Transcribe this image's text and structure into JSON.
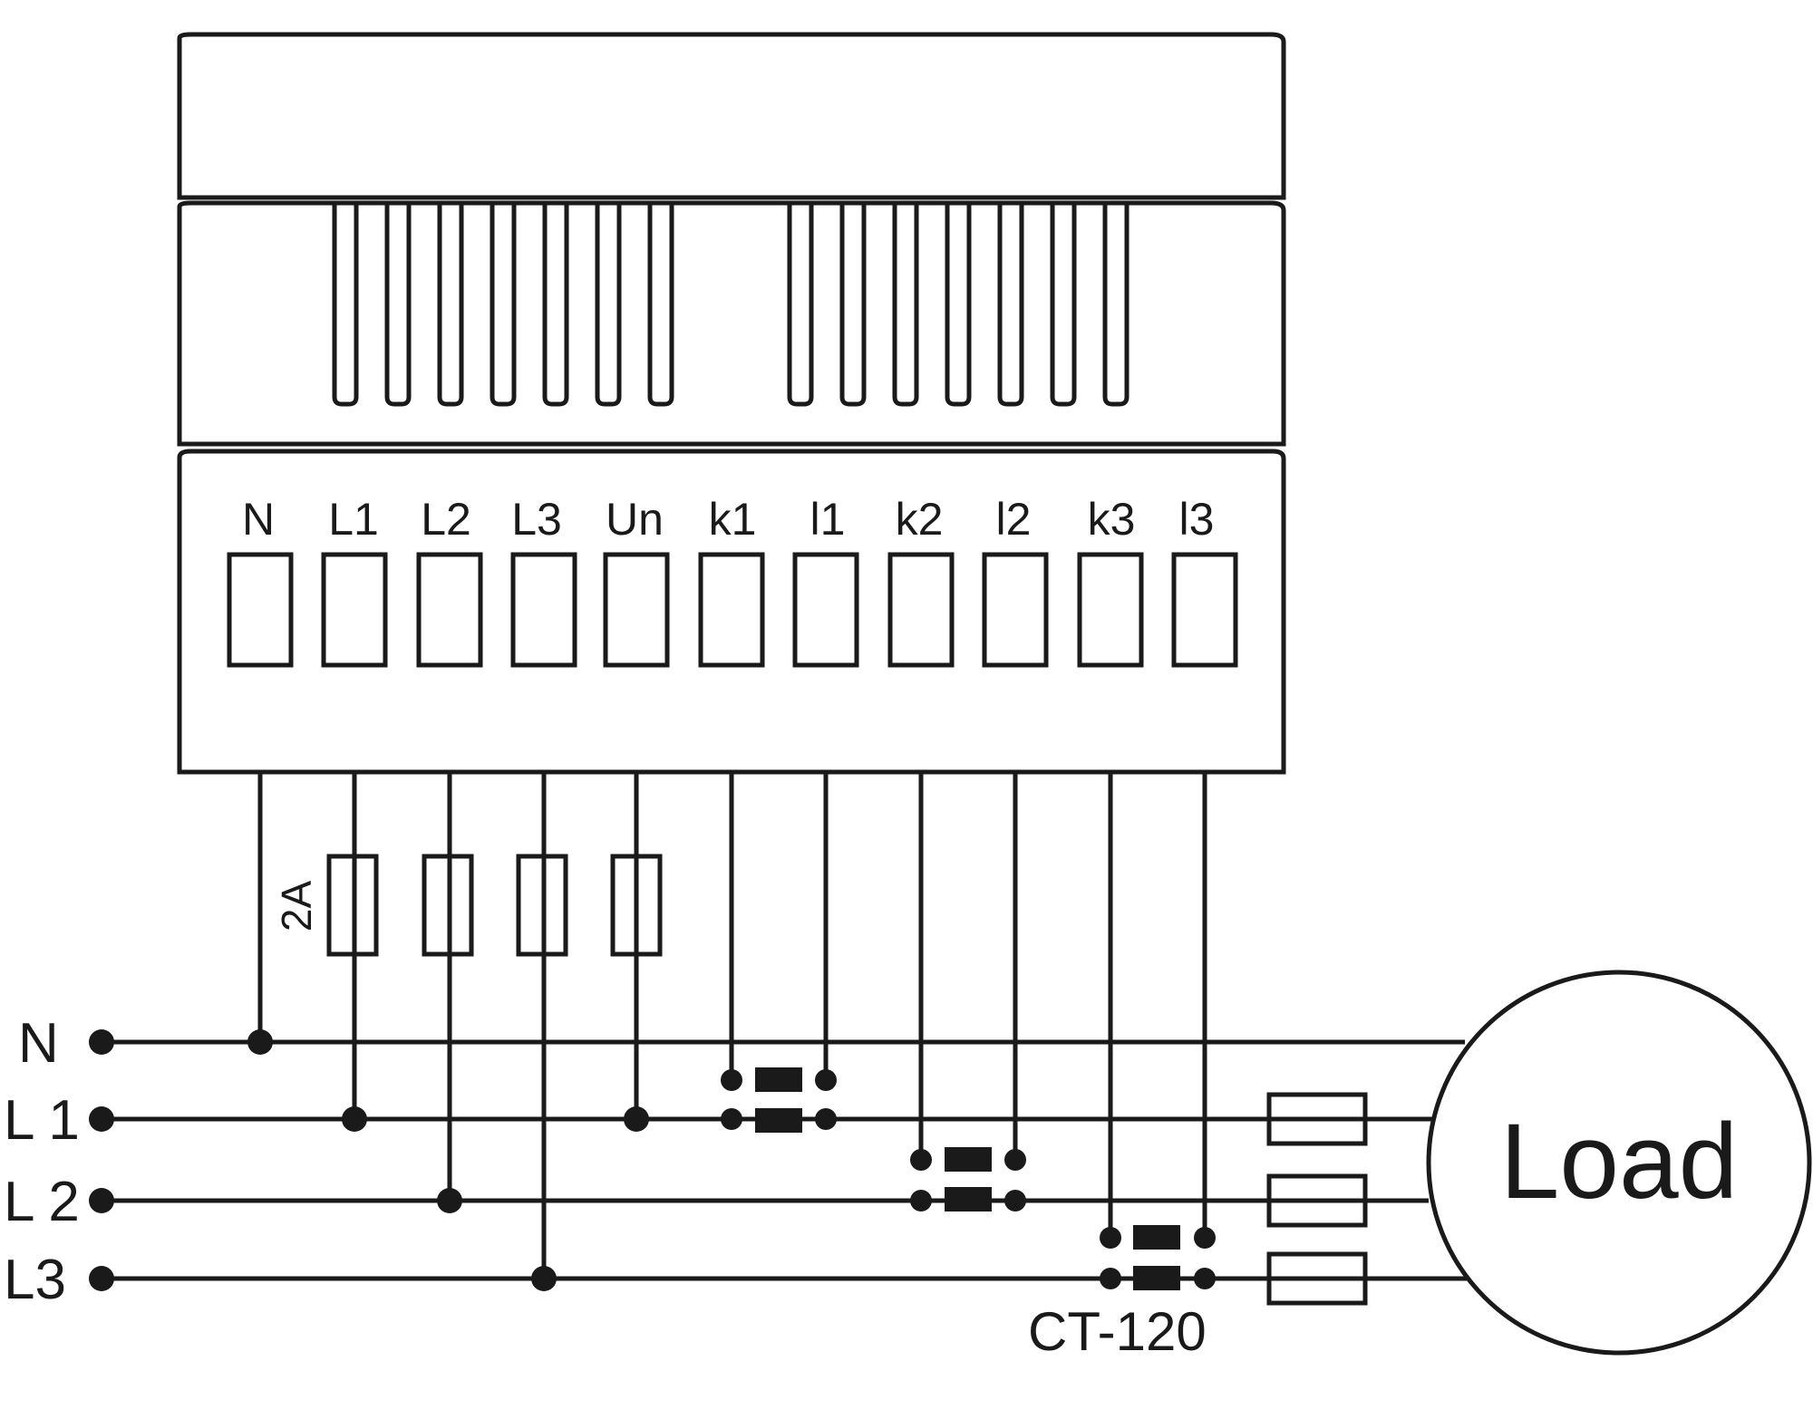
{
  "meter": {
    "terminals": [
      "N",
      "L1",
      "L2",
      "L3",
      "Un",
      "k1",
      "l1",
      "k2",
      "l2",
      "k3",
      "l3"
    ]
  },
  "supply_lines": [
    "N",
    "L 1",
    "L 2",
    "L3"
  ],
  "fuse": {
    "rating": "2A"
  },
  "current_transformer": {
    "model": "CT-120"
  },
  "load": {
    "label": "Load"
  },
  "colors": {
    "ink": "#1a1a1a",
    "background": "#ffffff"
  }
}
